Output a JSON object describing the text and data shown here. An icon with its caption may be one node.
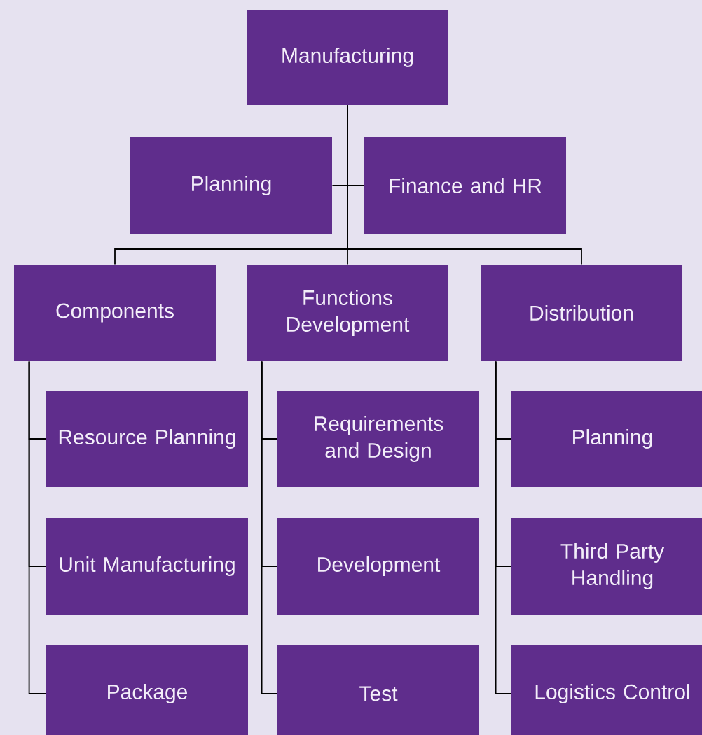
{
  "diagram": {
    "nodes": [
      {
        "text": [
          "Manufacturing"
        ]
      },
      {
        "text": [
          "Planning"
        ]
      },
      {
        "text": [
          "Finance and HR"
        ]
      },
      {
        "text": [
          "Components"
        ]
      },
      {
        "text": [
          "Functions Development"
        ]
      },
      {
        "text": [
          "Distribution"
        ]
      },
      {
        "text": [
          "Resource Planning"
        ]
      },
      {
        "text": [
          "Unit Manufacturing"
        ]
      },
      {
        "text": [
          "Package"
        ]
      },
      {
        "text": [
          "Requirements and Design"
        ]
      },
      {
        "text": [
          "Development"
        ]
      },
      {
        "text": [
          "Test"
        ]
      },
      {
        "text": [
          "Planning"
        ]
      },
      {
        "text": [
          "Third Party Handling"
        ]
      },
      {
        "text": [
          "Logistics Control"
        ]
      }
    ],
    "edges": [
      {
        "from": 0,
        "to": 1,
        "arrow": "none"
      },
      {
        "from": 0,
        "to": 2,
        "arrow": "none"
      },
      {
        "from": 0,
        "to": 3,
        "arrow": "none"
      },
      {
        "from": 0,
        "to": 4,
        "arrow": "none"
      },
      {
        "from": 0,
        "to": 5,
        "arrow": "none"
      },
      {
        "from": 3,
        "to": 6,
        "arrow": "none"
      },
      {
        "from": 3,
        "to": 7,
        "arrow": "none"
      },
      {
        "from": 3,
        "to": 8,
        "arrow": "none"
      },
      {
        "from": 4,
        "to": 9,
        "arrow": "none"
      },
      {
        "from": 4,
        "to": 10,
        "arrow": "none"
      },
      {
        "from": 4,
        "to": 11,
        "arrow": "none"
      },
      {
        "from": 5,
        "to": 12,
        "arrow": "none"
      },
      {
        "from": 5,
        "to": 13,
        "arrow": "none"
      },
      {
        "from": 5,
        "to": 14,
        "arrow": "none"
      }
    ]
  }
}
